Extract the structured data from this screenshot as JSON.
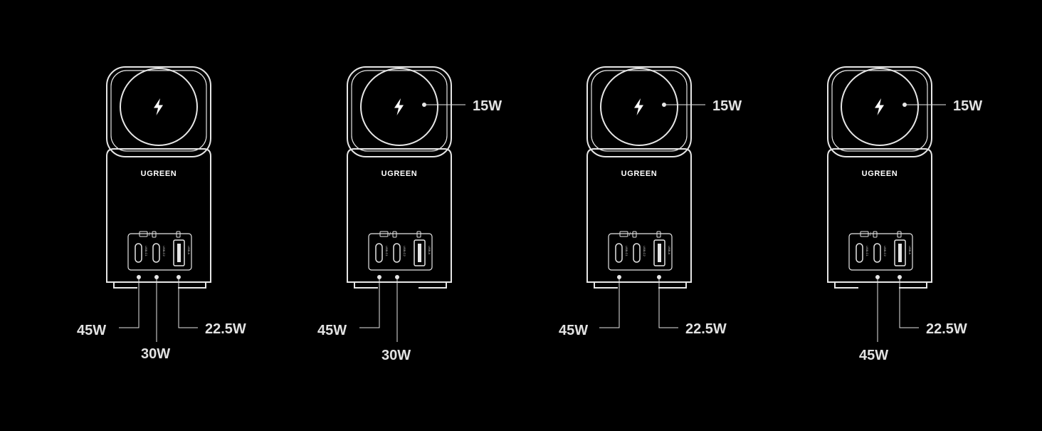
{
  "colors": {
    "background": "#000000",
    "outline": "#e6e6e6",
    "label": "#e2e2e2"
  },
  "icons": [
    "lightning-bolt-icon",
    "laptop-icon",
    "phone-icon"
  ],
  "ports": [
    "USB-C1",
    "USB-C2",
    "USB-A"
  ],
  "chargers": [
    {
      "brand": "UGREEN",
      "wireless": "",
      "c1": "45W",
      "c2": "30W",
      "a": "22.5W"
    },
    {
      "brand": "UGREEN",
      "wireless": "15W",
      "c1": "45W",
      "c2": "30W",
      "a": ""
    },
    {
      "brand": "UGREEN",
      "wireless": "15W",
      "c1": "45W",
      "c2": "",
      "a": "22.5W"
    },
    {
      "brand": "UGREEN",
      "wireless": "15W",
      "c1": "45W",
      "c2": "",
      "a": "22.5W"
    }
  ]
}
